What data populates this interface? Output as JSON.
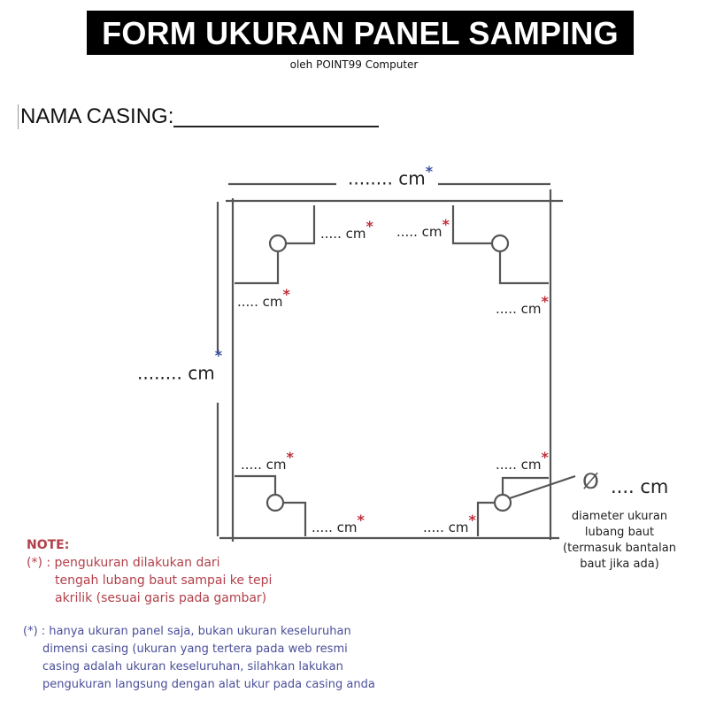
{
  "header": {
    "title": "FORM UKURAN PANEL SAMPING",
    "subtitle": "oleh POINT99 Computer"
  },
  "form": {
    "nama_label": "NAMA CASING:"
  },
  "diagram": {
    "width_label": "........ cm",
    "height_label": "........ cm",
    "asterisk": "*",
    "corner_labels": {
      "tl_top": "..... cm",
      "tl_side": "..... cm",
      "tr_top": "..... cm",
      "tr_side": "..... cm",
      "bl_side": "..... cm",
      "bl_bottom": "..... cm",
      "br_side": "..... cm",
      "br_bottom": "..... cm"
    },
    "diameter_symbol": "Ø",
    "diameter_value": ".... cm",
    "diameter_desc": [
      "diameter ukuran",
      "lubang baut",
      "(termasuk bantalan",
      "baut jika ada)"
    ]
  },
  "notes": {
    "heading": "NOTE:",
    "red_lines": [
      "(*) : pengukuran dilakukan dari",
      "tengah lubang baut sampai ke tepi",
      "akrilik (sesuai garis pada gambar)"
    ],
    "blue_lines": [
      "(*) : hanya ukuran panel saja, bukan ukuran keseluruhan",
      "dimensi casing (ukuran yang tertera pada web resmi",
      "casing adalah ukuran keseluruhan, silahkan lakukan",
      "pengukuran langsung dengan alat ukur pada casing anda"
    ]
  },
  "colors": {
    "red": "#c0303a",
    "blue": "#3a4fa0",
    "line": "#555555"
  }
}
